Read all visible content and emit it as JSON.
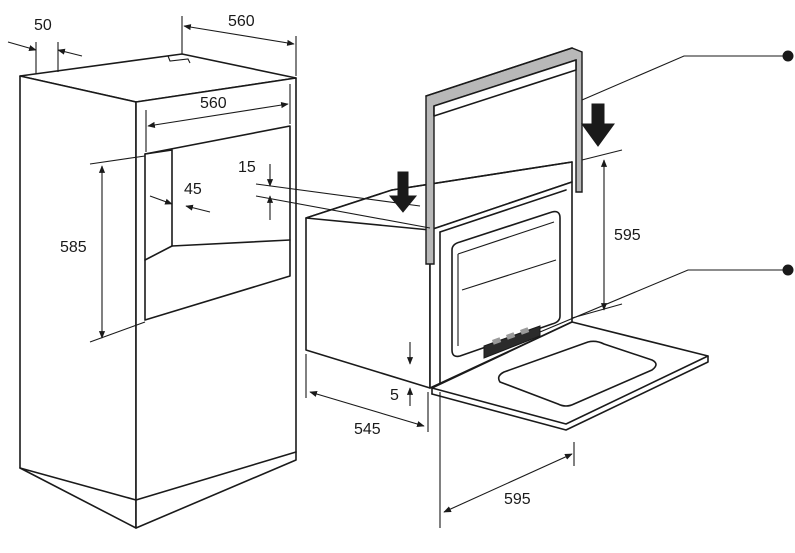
{
  "dimensions": {
    "d50": "50",
    "d560_top": "560",
    "d560_inner": "560",
    "d585": "585",
    "d45": "45",
    "d15": "15",
    "d595_right": "595",
    "d5": "5",
    "d545": "545",
    "d595_bottom": "595"
  },
  "colors": {
    "line": "#1a1a1a",
    "gasket_fill": "#b8b8b8",
    "control_panel": "#2b2b2b",
    "background": "#ffffff"
  },
  "icons": {
    "pointer_dot_1": "leader-dot",
    "pointer_dot_2": "leader-dot",
    "arrow_down": "insertion-arrow"
  }
}
